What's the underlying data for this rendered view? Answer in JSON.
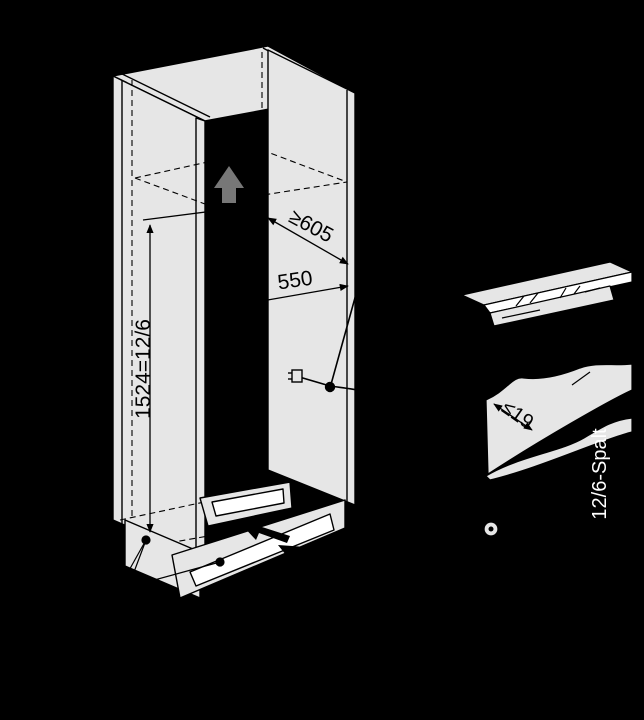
{
  "labels": {
    "height_dim": "1524=12/6",
    "depth_dim": "≥605",
    "width_dim": "550",
    "gap_dim": "≤19",
    "gap_caption": "12/6-Spalt"
  },
  "colors": {
    "background": "#000000",
    "panel_fill": "#e6e6e6",
    "line": "#000000",
    "arrow_grey": "#777777"
  }
}
